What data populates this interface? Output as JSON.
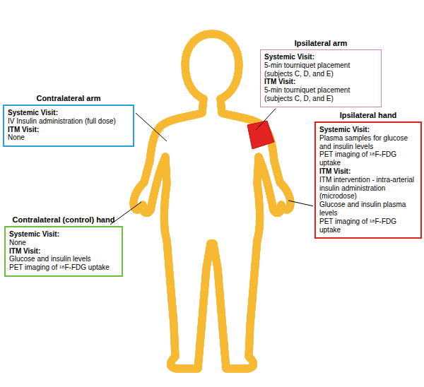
{
  "diagram": {
    "nodes": [
      {
        "text": [
          "Ipsilateral arm",
          "Systemic Visit:",
          "5-min tourniquet placement (subjects C, D, and E)",
          "ITM Visit:",
          "5-min tourniquet placement (subjects C, D, and E)"
        ]
      },
      {
        "text": [
          "Contralateral arm",
          "Systemic Visit:",
          "IV Insulin administration (full dose)",
          "ITM Visit:",
          "None"
        ]
      },
      {
        "text": [
          "Ipsilateral hand",
          "Systemic Visit:",
          "Plasma samples for glucose and insulin levels",
          "PET imaging of ¹⁸F-FDG uptake",
          "ITM Visit:",
          "ITM intervention - intra-arterial insulin administration (microdose)",
          "Glucose and insulin plasma levels",
          "PET imaging of ¹⁸F-FDG uptake"
        ]
      },
      {
        "text": [
          "Contralateral (control) hand",
          "Systemic Visit:",
          "None",
          "ITM Visit:",
          "Glucose and insulin levels",
          "PET imaging of ¹⁸F-FDG uptake"
        ]
      }
    ]
  }
}
